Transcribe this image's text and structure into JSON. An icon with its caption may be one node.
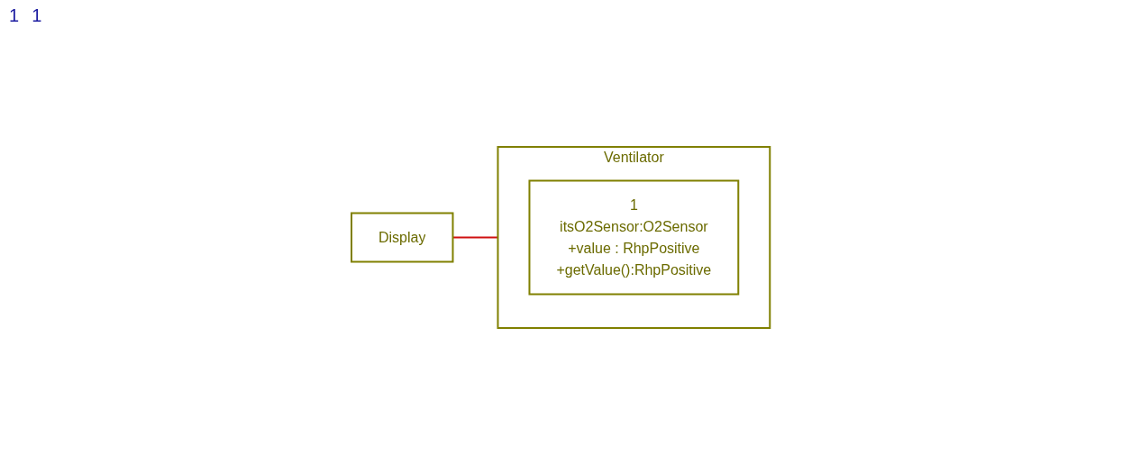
{
  "diagram": {
    "nodes": [
      {
        "text": [
          "Display"
        ]
      },
      {
        "text": [
          "Ventilator"
        ]
      },
      {
        "text": [
          "1",
          "itsO2Sensor:O2Sensor",
          "+value : RhpPositive",
          "+getValue():RhpPositive"
        ],
        "in": 1
      }
    ],
    "edges": [
      {
        "from": 0,
        "to": 1,
        "arrow": "none",
        "color": "#d01010"
      }
    ],
    "labels": [
      "1",
      "1"
    ]
  }
}
